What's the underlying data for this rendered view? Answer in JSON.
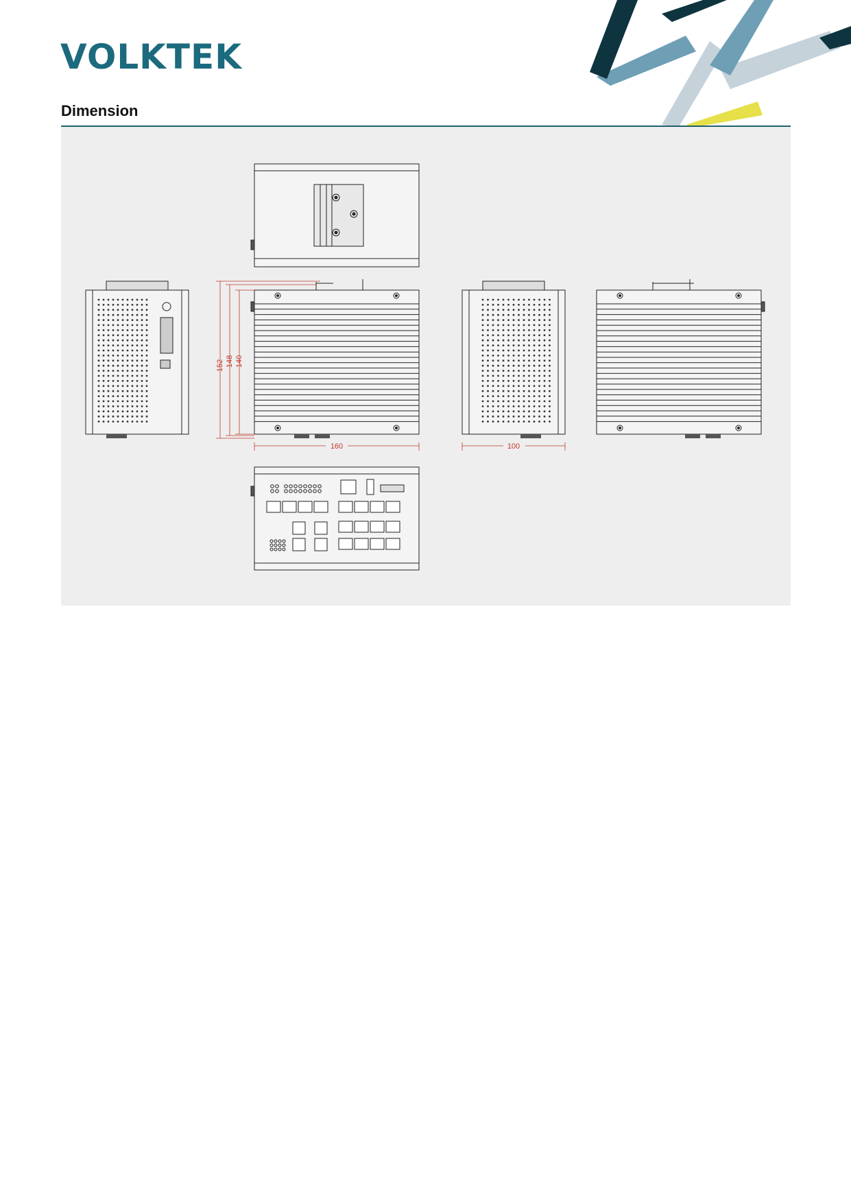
{
  "brand": {
    "logo_text": "VOLKTEK",
    "logo_color": "#1c6a7e"
  },
  "section": {
    "title": "Dimension"
  },
  "diagram": {
    "dimensions": {
      "height_outer": "152",
      "height_mid": "148",
      "height_inner": "140",
      "width_front": "160",
      "depth_side": "100"
    },
    "line_color": "#222222",
    "dimension_color": "#c0392b",
    "panel_color": "#eeeeee"
  },
  "colors": {
    "deco_dark": "#0e3440",
    "deco_blue": "#6e9fb4",
    "deco_light": "#c5d2da",
    "deco_yellow": "#e6e04a",
    "rule": "#1f5f6e"
  }
}
